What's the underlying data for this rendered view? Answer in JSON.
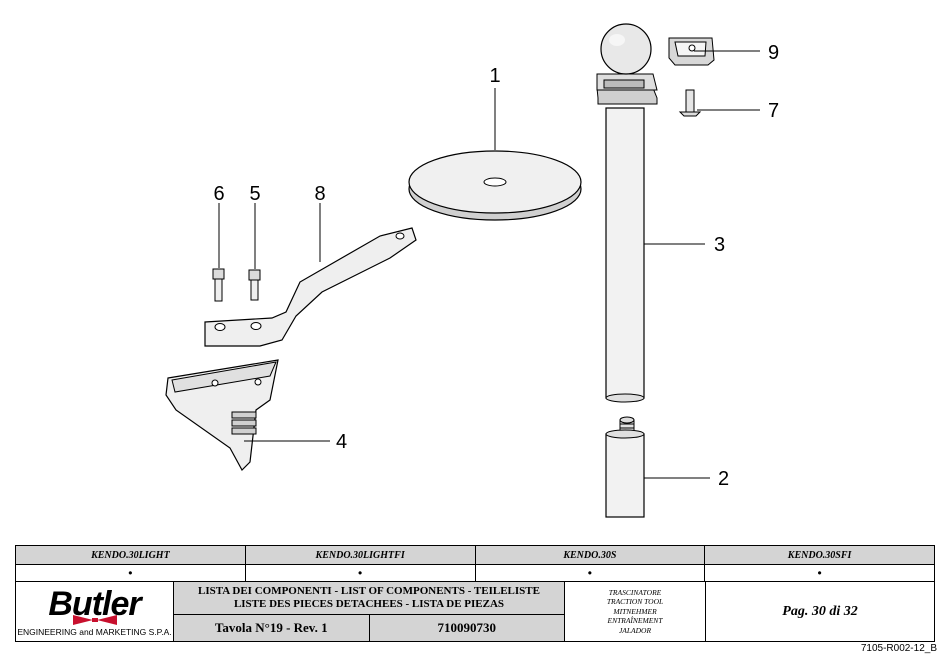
{
  "callouts": [
    "1",
    "2",
    "3",
    "4",
    "5",
    "6",
    "7",
    "8",
    "9"
  ],
  "models": [
    "KENDO.30LIGHT",
    "KENDO.30LIGHTFI",
    "KENDO.30S",
    "KENDO.30SFI"
  ],
  "model_marks": [
    "•",
    "•",
    "•",
    "•"
  ],
  "logo": {
    "brand": "Butler",
    "tagline": "ENGINEERING and MARKETING S.P.A."
  },
  "title_lines": [
    "LISTA DEI COMPONENTI - LIST OF COMPONENTS - TEILELISTE",
    "LISTE DES PIECES DETACHEES - LISTA DE PIEZAS"
  ],
  "tavola": "Tavola N°19 - Rev. 1",
  "code": "710090730",
  "description_lines": [
    "TRASCINATORE",
    "TRACTION TOOL",
    "MITNEHMER",
    "ENTRAÎNEMENT",
    "JALADOR"
  ],
  "page": "Pag. 30 di 32",
  "doc_ref": "7105-R002-12_B"
}
